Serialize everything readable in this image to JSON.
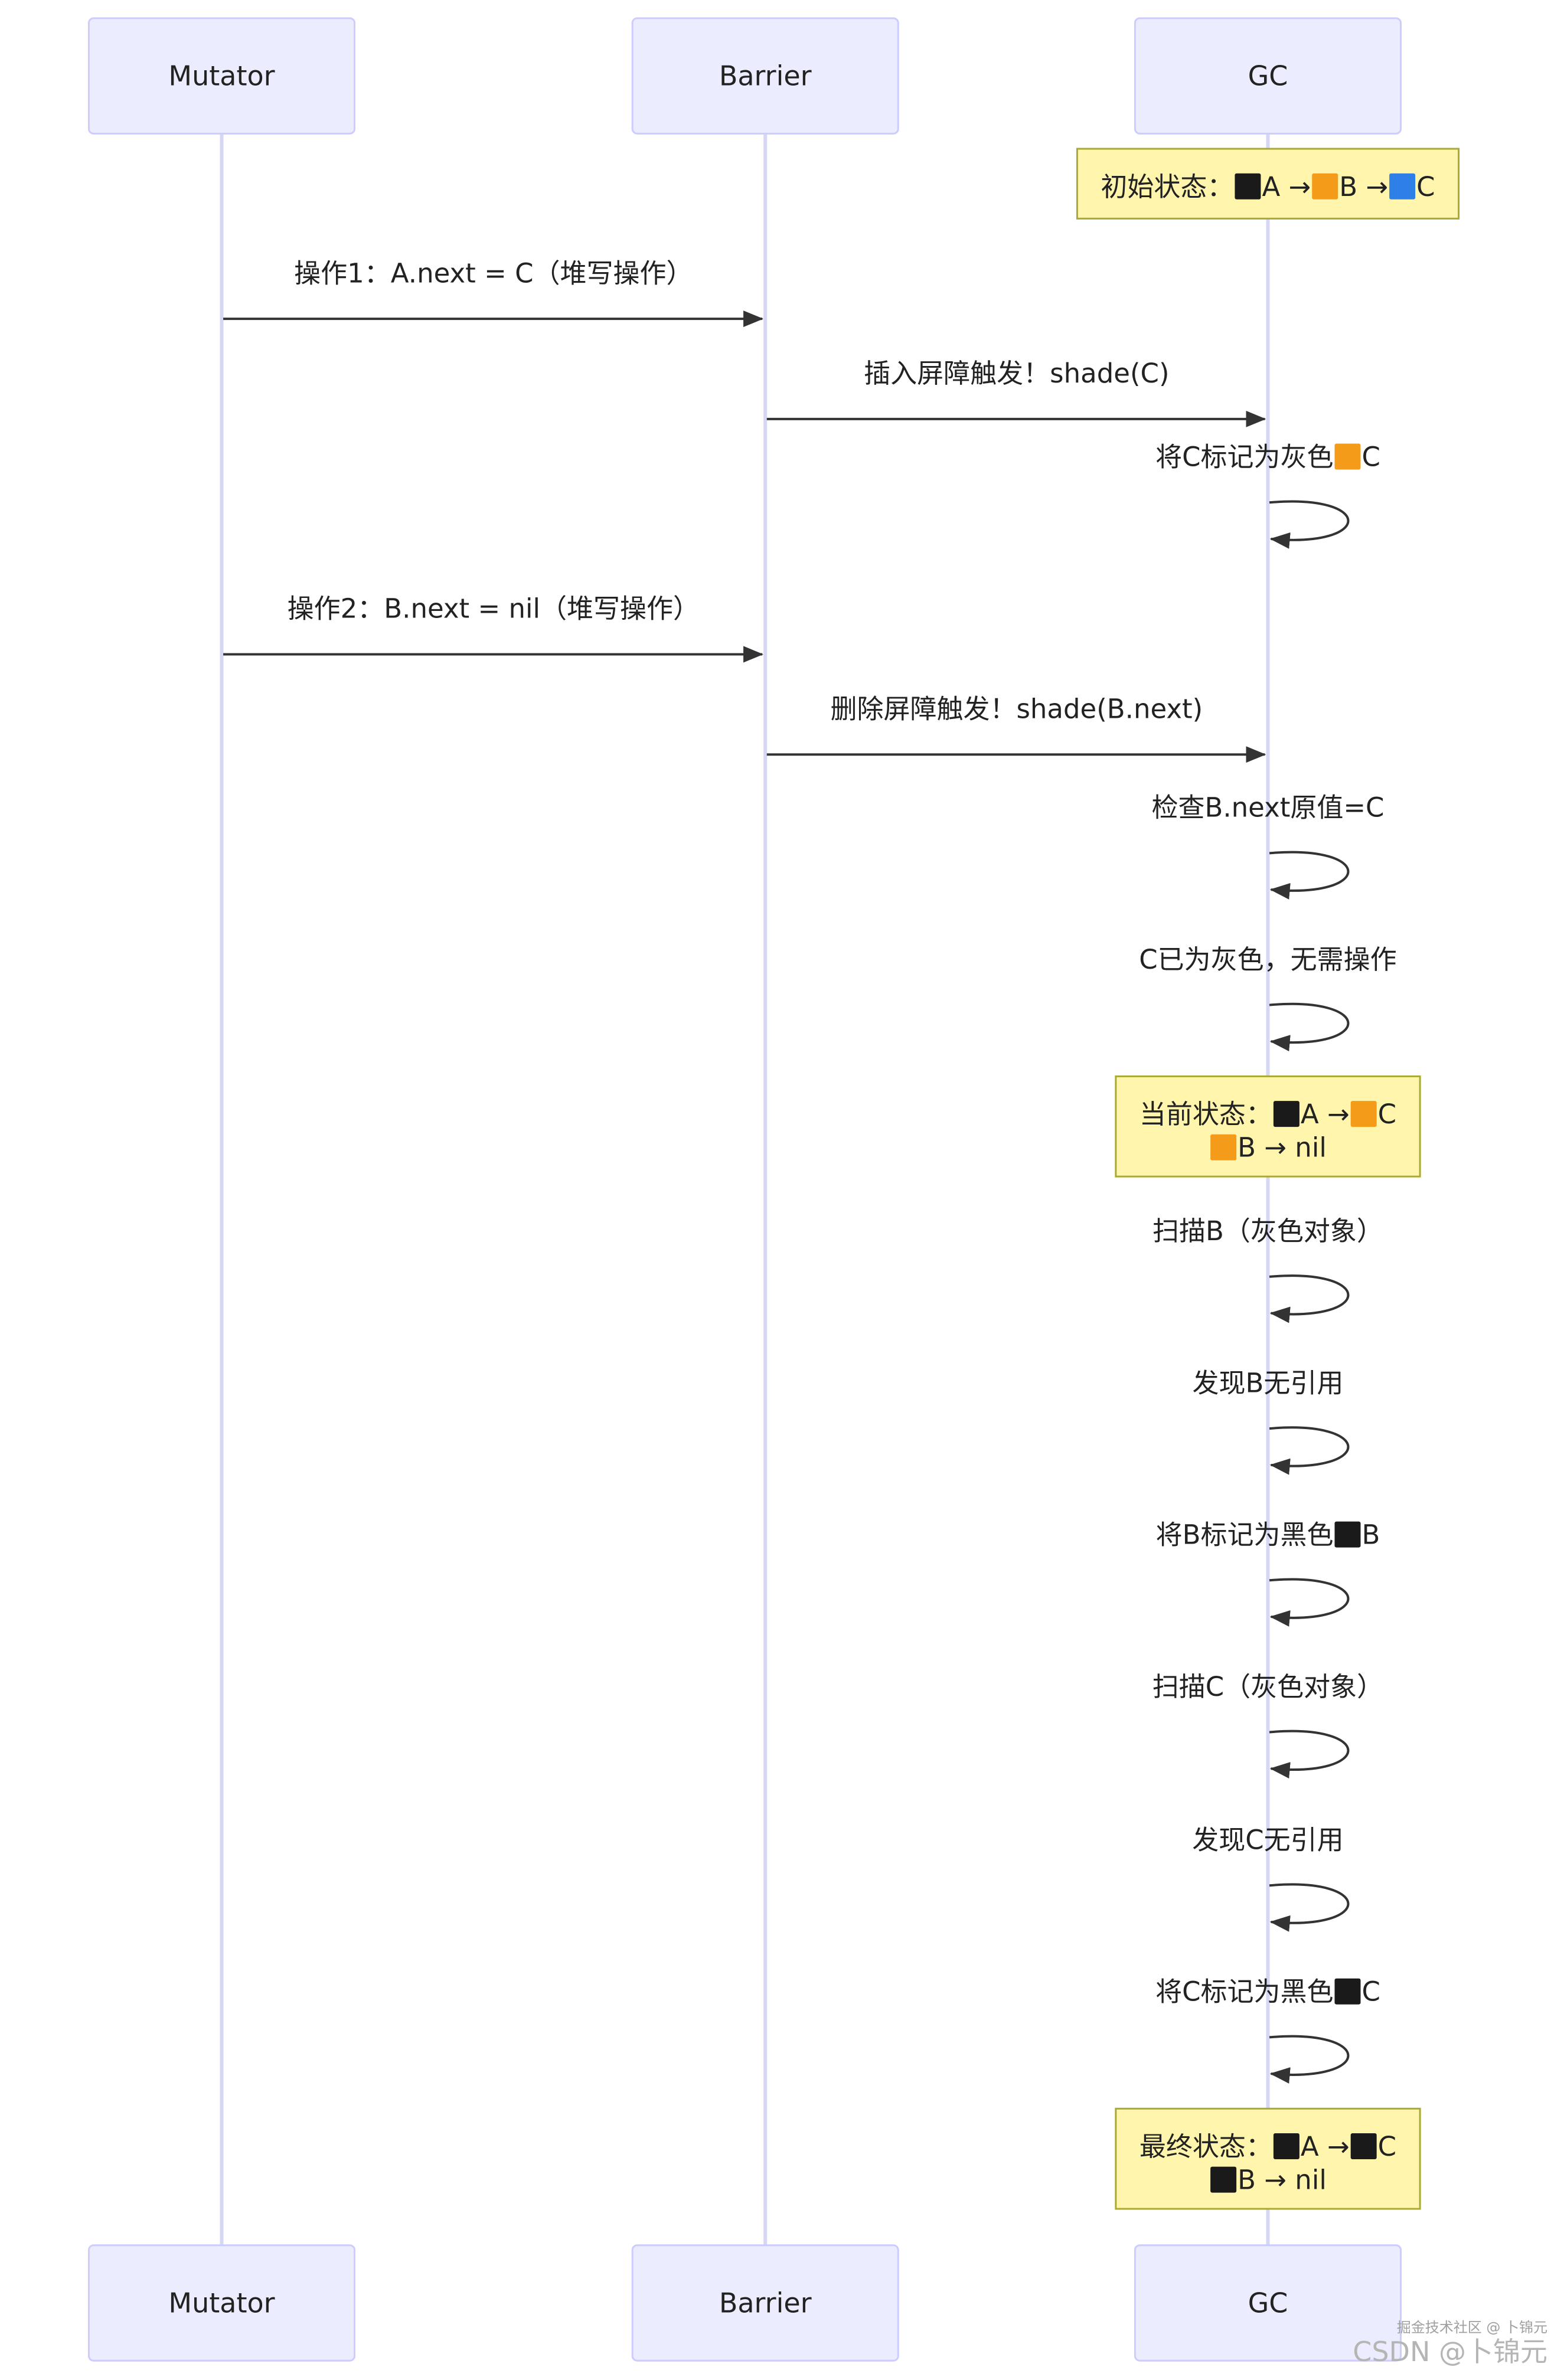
{
  "colors": {
    "actor_fill": "#ececff",
    "actor_stroke": "#ccccff",
    "lifeline": "#d6d6f5",
    "arrow": "#333333",
    "note_fill": "#fff5ad",
    "note_stroke": "#aaaa33",
    "sq_black": "#1a1a1a",
    "sq_orange": "#f59b1a",
    "sq_blue": "#2f7fe8"
  },
  "actors": [
    {
      "id": "mutator",
      "label": "Mutator"
    },
    {
      "id": "barrier",
      "label": "Barrier"
    },
    {
      "id": "gc",
      "label": "GC"
    }
  ],
  "sequence": [
    {
      "kind": "note",
      "over": "gc",
      "lines": [
        [
          {
            "t": "初始状态："
          },
          {
            "sq": "black"
          },
          {
            "t": "A → "
          },
          {
            "sq": "orange"
          },
          {
            "t": "B → "
          },
          {
            "sq": "blue"
          },
          {
            "t": "C"
          }
        ]
      ]
    },
    {
      "kind": "msg",
      "from": "mutator",
      "to": "barrier",
      "text": "操作1：A.next = C（堆写操作）"
    },
    {
      "kind": "msg",
      "from": "barrier",
      "to": "gc",
      "text": "插入屏障触发！shade(C)"
    },
    {
      "kind": "self",
      "on": "gc",
      "parts": [
        {
          "t": "将C标记为灰色 "
        },
        {
          "sq": "orange"
        },
        {
          "t": "C"
        }
      ]
    },
    {
      "kind": "msg",
      "from": "mutator",
      "to": "barrier",
      "text": "操作2：B.next = nil（堆写操作）"
    },
    {
      "kind": "msg",
      "from": "barrier",
      "to": "gc",
      "text": "删除屏障触发！shade(B.next)"
    },
    {
      "kind": "self",
      "on": "gc",
      "parts": [
        {
          "t": "检查B.next原值=C"
        }
      ]
    },
    {
      "kind": "self",
      "on": "gc",
      "parts": [
        {
          "t": "C已为灰色，无需操作"
        }
      ]
    },
    {
      "kind": "note",
      "over": "gc",
      "lines": [
        [
          {
            "t": "当前状态："
          },
          {
            "sq": "black"
          },
          {
            "t": "A → "
          },
          {
            "sq": "orange"
          },
          {
            "t": "C"
          }
        ],
        [
          {
            "sq": "orange"
          },
          {
            "t": "B → nil"
          }
        ]
      ]
    },
    {
      "kind": "self",
      "on": "gc",
      "parts": [
        {
          "t": "扫描B（灰色对象）"
        }
      ]
    },
    {
      "kind": "self",
      "on": "gc",
      "parts": [
        {
          "t": "发现B无引用"
        }
      ]
    },
    {
      "kind": "self",
      "on": "gc",
      "parts": [
        {
          "t": "将B标记为黑色 "
        },
        {
          "sq": "black"
        },
        {
          "t": "B"
        }
      ]
    },
    {
      "kind": "self",
      "on": "gc",
      "parts": [
        {
          "t": "扫描C（灰色对象）"
        }
      ]
    },
    {
      "kind": "self",
      "on": "gc",
      "parts": [
        {
          "t": "发现C无引用"
        }
      ]
    },
    {
      "kind": "self",
      "on": "gc",
      "parts": [
        {
          "t": "将C标记为黑色 "
        },
        {
          "sq": "black"
        },
        {
          "t": "C"
        }
      ]
    },
    {
      "kind": "note",
      "over": "gc",
      "lines": [
        [
          {
            "t": "最终状态："
          },
          {
            "sq": "black"
          },
          {
            "t": "A → "
          },
          {
            "sq": "black"
          },
          {
            "t": "C"
          }
        ],
        [
          {
            "sq": "black"
          },
          {
            "t": "B → nil"
          }
        ]
      ]
    }
  ],
  "watermark": {
    "top": "掘金技术社区 @ 卜锦元",
    "bottom": "CSDN @卜锦元"
  }
}
